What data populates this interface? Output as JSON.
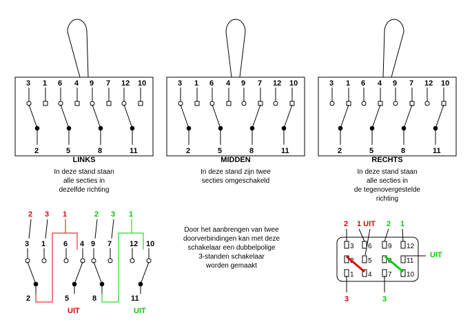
{
  "positions": [
    {
      "title": "LINKS",
      "top_pins": [
        "3",
        "1",
        "6",
        "4",
        "9",
        "7",
        "12",
        "10"
      ],
      "bottom_pins": [
        "2",
        "5",
        "8",
        "11"
      ],
      "lever": "left",
      "contacts": "left",
      "desc": [
        "In deze stand staan",
        "alle secties in",
        "dezelfde richting"
      ]
    },
    {
      "title": "MIDDEN",
      "top_pins": [
        "3",
        "1",
        "6",
        "4",
        "9",
        "7",
        "12",
        "10"
      ],
      "bottom_pins": [
        "2",
        "5",
        "8",
        "11"
      ],
      "lever": "center",
      "contacts": "middle",
      "desc": [
        "In deze stand zijn twee",
        "secties omgeschakeld"
      ]
    },
    {
      "title": "RECHTS",
      "top_pins": [
        "3",
        "1",
        "6",
        "4",
        "9",
        "7",
        "12",
        "10"
      ],
      "bottom_pins": [
        "2",
        "5",
        "8",
        "11"
      ],
      "lever": "right",
      "contacts": "right",
      "desc": [
        "In deze stand staan",
        "alle secties in",
        "de tegenovergestelde",
        "richting"
      ]
    }
  ],
  "wiring": {
    "left_group": {
      "top_pins": [
        "3",
        "1",
        "6",
        "4"
      ],
      "bottom_pins": [
        "2",
        "5"
      ],
      "external": [
        "2",
        "3",
        "1"
      ],
      "out_label": "UIT",
      "color": "#e00000"
    },
    "right_group": {
      "top_pins": [
        "9",
        "7",
        "12",
        "10"
      ],
      "bottom_pins": [
        "8",
        "11"
      ],
      "external": [
        "2",
        "3",
        "1"
      ],
      "out_label": "UIT",
      "color": "#00cc00"
    }
  },
  "middle_text": [
    "Door het aanbrengen van twee",
    "doorverbindingen kan met deze",
    "schakelaar een dubbelpolige",
    "3-standen schakelaar",
    "worden gemaakt"
  ],
  "pin_view": {
    "top_labels": [
      {
        "text": "2",
        "color": "#e00000"
      },
      {
        "text": "1",
        "color": "#e00000"
      },
      {
        "text": "UIT",
        "color": "#e00000"
      },
      {
        "text": "2",
        "color": "#00cc00"
      },
      {
        "text": "1",
        "color": "#00cc00"
      }
    ],
    "rows": [
      [
        "3",
        "6",
        "9",
        "12"
      ],
      [
        "2",
        "5",
        "8",
        "11"
      ],
      [
        "1",
        "4",
        "7",
        "10"
      ]
    ],
    "right_out": {
      "text": "UIT",
      "color": "#00cc00"
    },
    "bottom_labels": [
      {
        "text": "3",
        "color": "#e00000"
      },
      {
        "text": "3",
        "color": "#00cc00"
      }
    ]
  }
}
